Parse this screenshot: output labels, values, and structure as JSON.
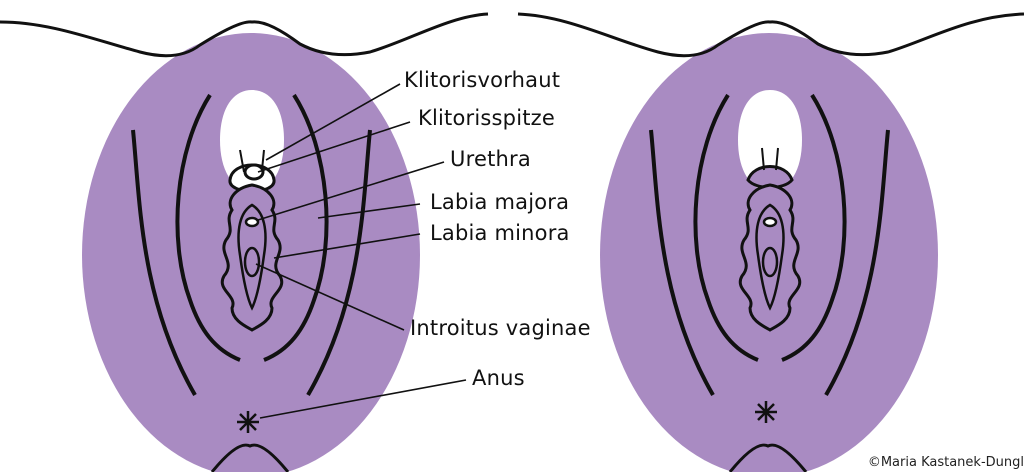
{
  "labels": {
    "klitorisvorhaut": "Klitorisvorhaut",
    "klitorisspitze": "Klitorisspitze",
    "urethra": "Urethra",
    "labia_majora": "Labia majora",
    "labia_minora": "Labia minora",
    "introitus": "Introitus vaginae",
    "anus": "Anus"
  },
  "copyright": "©Maria Kastanek-Dungl",
  "colors": {
    "fill": "#a98bc2",
    "line": "#111111",
    "background": "#ffffff"
  }
}
